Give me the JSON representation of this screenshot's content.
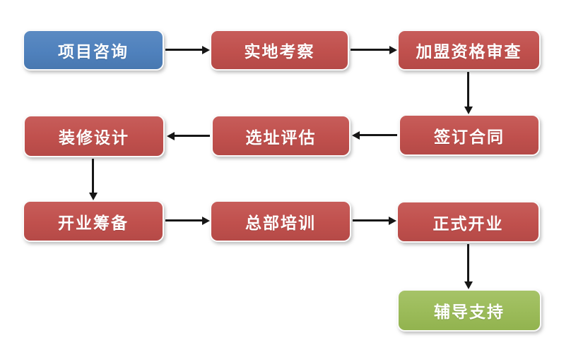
{
  "diagram": {
    "type": "flowchart",
    "colors": {
      "start_node": "#4f81bd",
      "process_node": "#c0504d",
      "end_node": "#9bbb59",
      "node_text": "#ffffff",
      "arrow": "#161616",
      "background": "#ffffff"
    },
    "nodes": [
      {
        "id": "project-consultation",
        "label": "项目咨询",
        "role": "start"
      },
      {
        "id": "site-visit",
        "label": "实地考察",
        "role": "process"
      },
      {
        "id": "qualification-review",
        "label": "加盟资格审查",
        "role": "process"
      },
      {
        "id": "sign-contract",
        "label": "签订合同",
        "role": "process"
      },
      {
        "id": "site-evaluation",
        "label": "选址评估",
        "role": "process"
      },
      {
        "id": "decoration-design",
        "label": "装修设计",
        "role": "process"
      },
      {
        "id": "opening-preparation",
        "label": "开业筹备",
        "role": "process"
      },
      {
        "id": "headquarters-training",
        "label": "总部培训",
        "role": "process"
      },
      {
        "id": "official-opening",
        "label": "正式开业",
        "role": "process"
      },
      {
        "id": "coaching-support",
        "label": "辅导支持",
        "role": "end"
      }
    ],
    "edges": [
      {
        "from": "项目咨询",
        "to": "实地考察",
        "direction": "right"
      },
      {
        "from": "实地考察",
        "to": "加盟资格审查",
        "direction": "right"
      },
      {
        "from": "加盟资格审查",
        "to": "签订合同",
        "direction": "down"
      },
      {
        "from": "签订合同",
        "to": "选址评估",
        "direction": "left"
      },
      {
        "from": "选址评估",
        "to": "装修设计",
        "direction": "left"
      },
      {
        "from": "装修设计",
        "to": "开业筹备",
        "direction": "down"
      },
      {
        "from": "开业筹备",
        "to": "总部培训",
        "direction": "right"
      },
      {
        "from": "总部培训",
        "to": "正式开业",
        "direction": "right"
      },
      {
        "from": "正式开业",
        "to": "辅导支持",
        "direction": "down"
      }
    ]
  }
}
